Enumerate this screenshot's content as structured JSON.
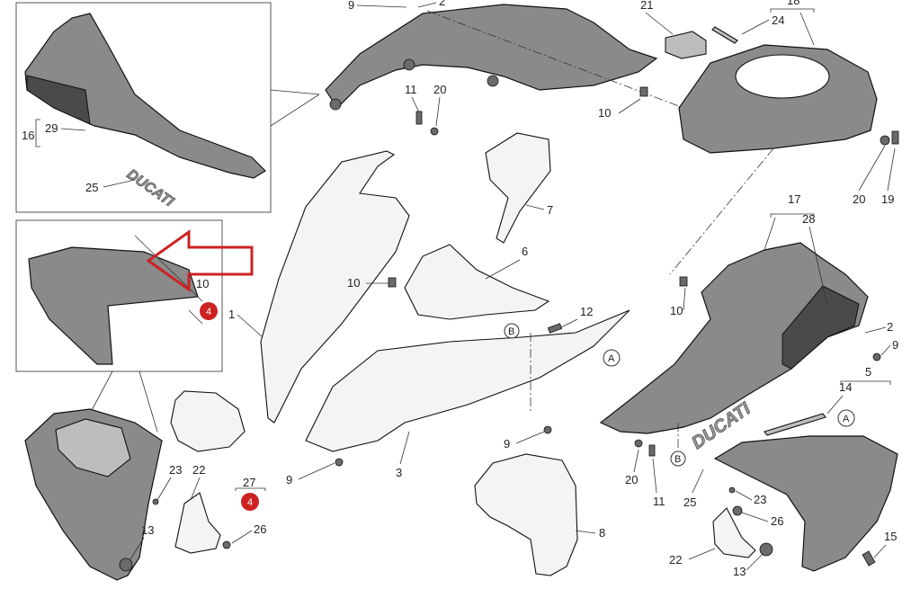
{
  "colors": {
    "part_fill": "#8a8a8a",
    "part_light": "#bdbdbd",
    "arrow_red": "#cc2222",
    "badge_red": "#cc2222",
    "line": "#333333"
  },
  "labels": {
    "l1": "1",
    "l2a": "2",
    "l2b": "2",
    "l3": "3",
    "l5": "5",
    "l6": "6",
    "l7": "7",
    "l8": "8",
    "l9a": "9",
    "l9b": "9",
    "l9c": "9",
    "l9d": "9",
    "l10a": "10",
    "l10b": "10",
    "l10c": "10",
    "l10d": "10",
    "l11a": "11",
    "l11b": "11",
    "l12": "12",
    "l13a": "13",
    "l13b": "13",
    "l14": "14",
    "l15": "15",
    "l16": "16",
    "l17": "17",
    "l18": "18",
    "l19": "19",
    "l20a": "20",
    "l20b": "20",
    "l20c": "20",
    "l21": "21",
    "l22a": "22",
    "l22b": "22",
    "l23a": "23",
    "l23b": "23",
    "l24": "24",
    "l25a": "25",
    "l25b": "25",
    "l26a": "26",
    "l26b": "26",
    "l27": "27",
    "l28": "28",
    "l29": "29",
    "refA1": "A",
    "refA2": "A",
    "refB1": "B",
    "refB2": "B"
  },
  "badges": {
    "badge1": "4",
    "badge2": "4"
  },
  "logos": {
    "logo1": "DUCATI",
    "logo2": "DUCATI"
  },
  "icons": {
    "highlight_arrow": "left-arrow-outline"
  }
}
